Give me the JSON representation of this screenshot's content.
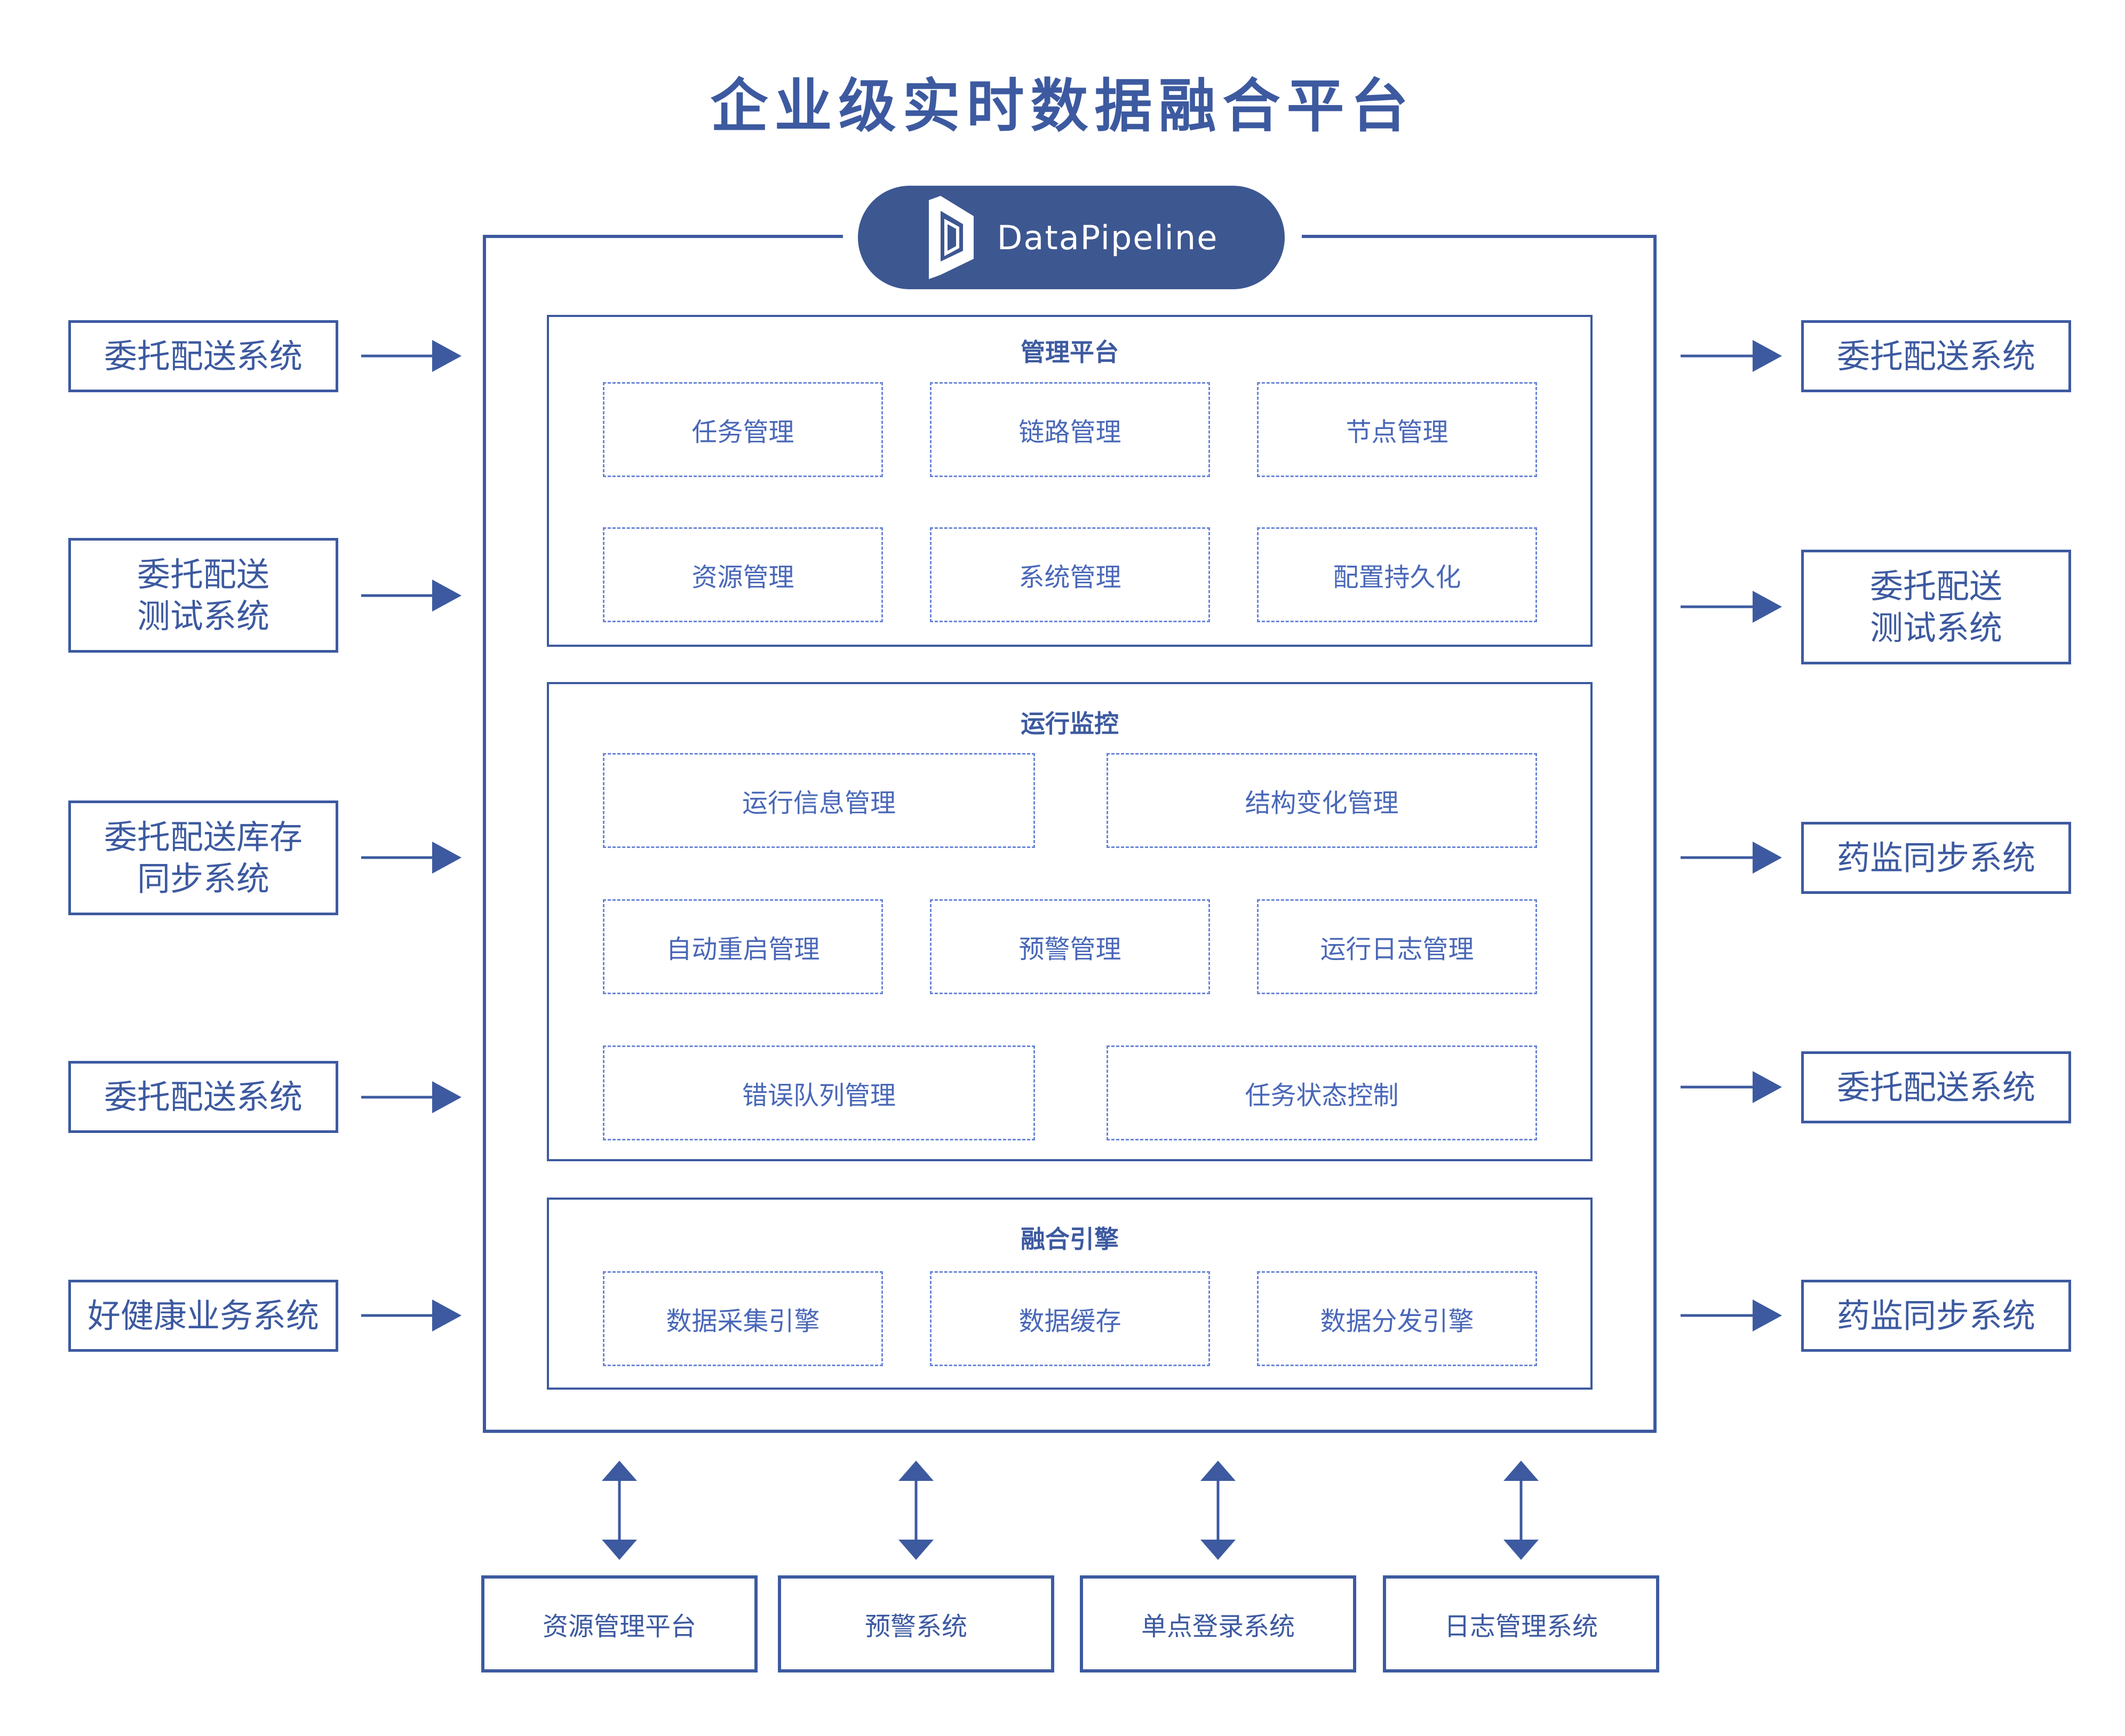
{
  "title": "企业级实时数据融合平台",
  "logo": {
    "name": "DataPipeline",
    "icon": "datapipeline-logo-icon"
  },
  "sections": {
    "management": {
      "title": "管理平台",
      "modules": [
        "任务管理",
        "链路管理",
        "节点管理",
        "资源管理",
        "系统管理",
        "配置持久化"
      ]
    },
    "monitoring": {
      "title": "运行监控",
      "modules": [
        "运行信息管理",
        "结构变化管理",
        "自动重启管理",
        "预警管理",
        "运行日志管理",
        "错误队列管理",
        "任务状态控制"
      ]
    },
    "engine": {
      "title": "融合引擎",
      "modules": [
        "数据采集引擎",
        "数据缓存",
        "数据分发引擎"
      ]
    }
  },
  "sources": [
    "委托配送系统",
    "委托配送\n测试系统",
    "委托配送库存\n同步系统",
    "委托配送系统",
    "好健康业务系统"
  ],
  "targets": [
    "委托配送系统",
    "委托配送\n测试系统",
    "药监同步系统",
    "委托配送系统",
    "药监同步系统"
  ],
  "bottom_systems": [
    "资源管理平台",
    "预警系统",
    "单点登录系统",
    "日志管理系统"
  ],
  "colors": {
    "primary": "#3d5aa0",
    "logo_bg": "#3d5791",
    "dashed": "#6a86d8",
    "module_text": "#4a68b8"
  }
}
